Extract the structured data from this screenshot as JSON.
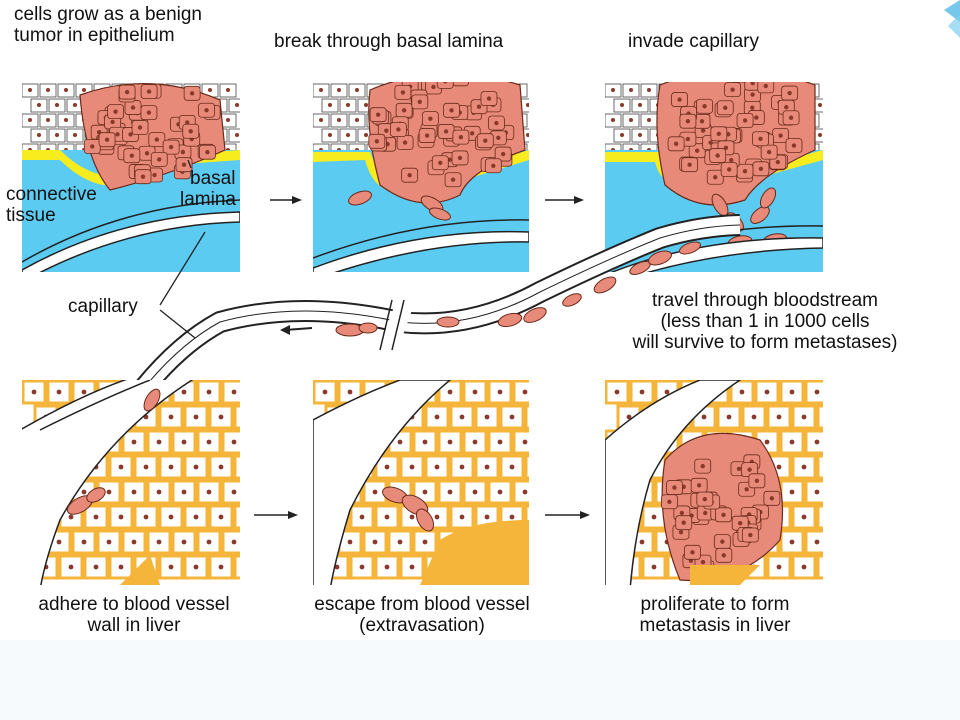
{
  "labels": {
    "step1": [
      "cells grow as a benign",
      "tumor in epithelium"
    ],
    "step2": "break through basal lamina",
    "step3": "invade capillary",
    "connective_tissue": [
      "connective",
      "tissue"
    ],
    "basal_lamina": [
      "basal",
      "lamina"
    ],
    "capillary": "capillary",
    "travel": [
      "travel through bloodstream",
      "(less than 1 in 1000 cells",
      "will survive to form metastases)"
    ],
    "step4": [
      "adhere to blood vessel",
      "wall in liver"
    ],
    "step5": [
      "escape from blood vessel",
      "(extravasation)"
    ],
    "step6": [
      "proliferate to form",
      "metastasis in liver"
    ]
  },
  "colors": {
    "tumor": "#e88a7a",
    "nucleus": "#8a3a2a",
    "epithelium": "#ffffff",
    "basal_lamina": "#f7ec1e",
    "connective_tissue": "#5ccbf2",
    "liver": "#f5b53a",
    "accent": "#3bb0e0"
  }
}
